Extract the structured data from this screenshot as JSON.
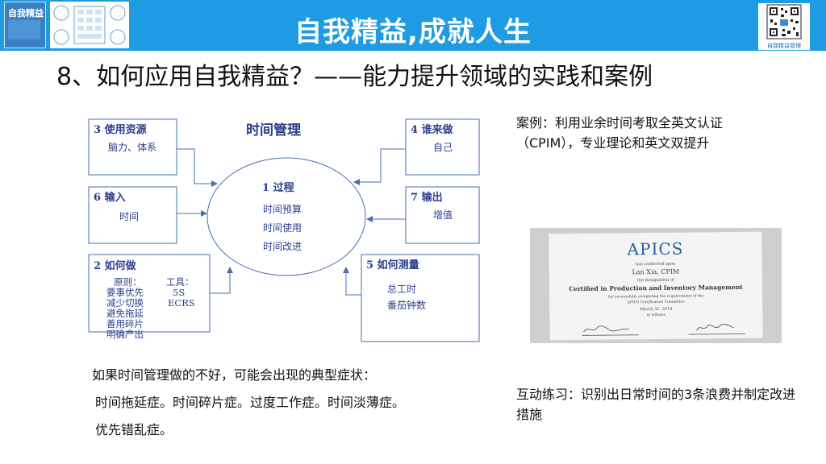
{
  "header": {
    "banner_title": "自我精益,成就人生",
    "book_title": "自我精益",
    "qr_label": "自我精益管理"
  },
  "slide": {
    "heading": "8、如何应用自我精益？——能力提升领域的实践和案例"
  },
  "diagram": {
    "title": "时间管理",
    "center": {
      "title": "1 过程",
      "items": [
        "时间预算",
        "时间使用",
        "时间改进"
      ]
    },
    "box3": {
      "title": "3 使用资源",
      "body": "脑力、体系"
    },
    "box6": {
      "title": "6 输入",
      "body": "时间"
    },
    "box2": {
      "title": "2 如何做",
      "principles_label": "原则：",
      "principles": [
        "要事优先",
        "减少切换",
        "避免拖延",
        "善用碎片",
        "明确产出"
      ],
      "tools_label": "工具：",
      "tools": [
        "5S",
        "ECRS"
      ]
    },
    "box4": {
      "title": "4 谁来做",
      "body": "自己"
    },
    "box7": {
      "title": "7 输出",
      "body": "增值"
    },
    "box5": {
      "title": "5 如何测量",
      "items": [
        "总工时",
        "番茄钟数"
      ]
    }
  },
  "case": {
    "line1": "案例：利用业余时间考取全英文认证",
    "line2": "（CPIM），专业理论和英文双提升"
  },
  "certificate": {
    "logo": "APICS",
    "line1": "has conferred upon",
    "name": "Lan Xia, CPIM",
    "line2": "the designation of",
    "designation": "Certified in Production and Inventory Management",
    "line3": "for successfully completing the requirements of the",
    "line4": "APICS Certification Committee",
    "date": "March 31, 2014",
    "line5": "in witness"
  },
  "symptoms": {
    "line1": "如果时间管理做的不好，可能会出现的典型症状：",
    "line2": "时间拖延症。时间碎片症。过度工作症。时间淡薄症。",
    "line3": "优先错乱症。"
  },
  "exercise": {
    "text": "互动练习：识别出日常时间的3条浪费并制定改进措施"
  },
  "colors": {
    "banner": "#1e9be3",
    "diagram_text": "#2b3f8f",
    "diagram_line": "#4a6db0"
  }
}
